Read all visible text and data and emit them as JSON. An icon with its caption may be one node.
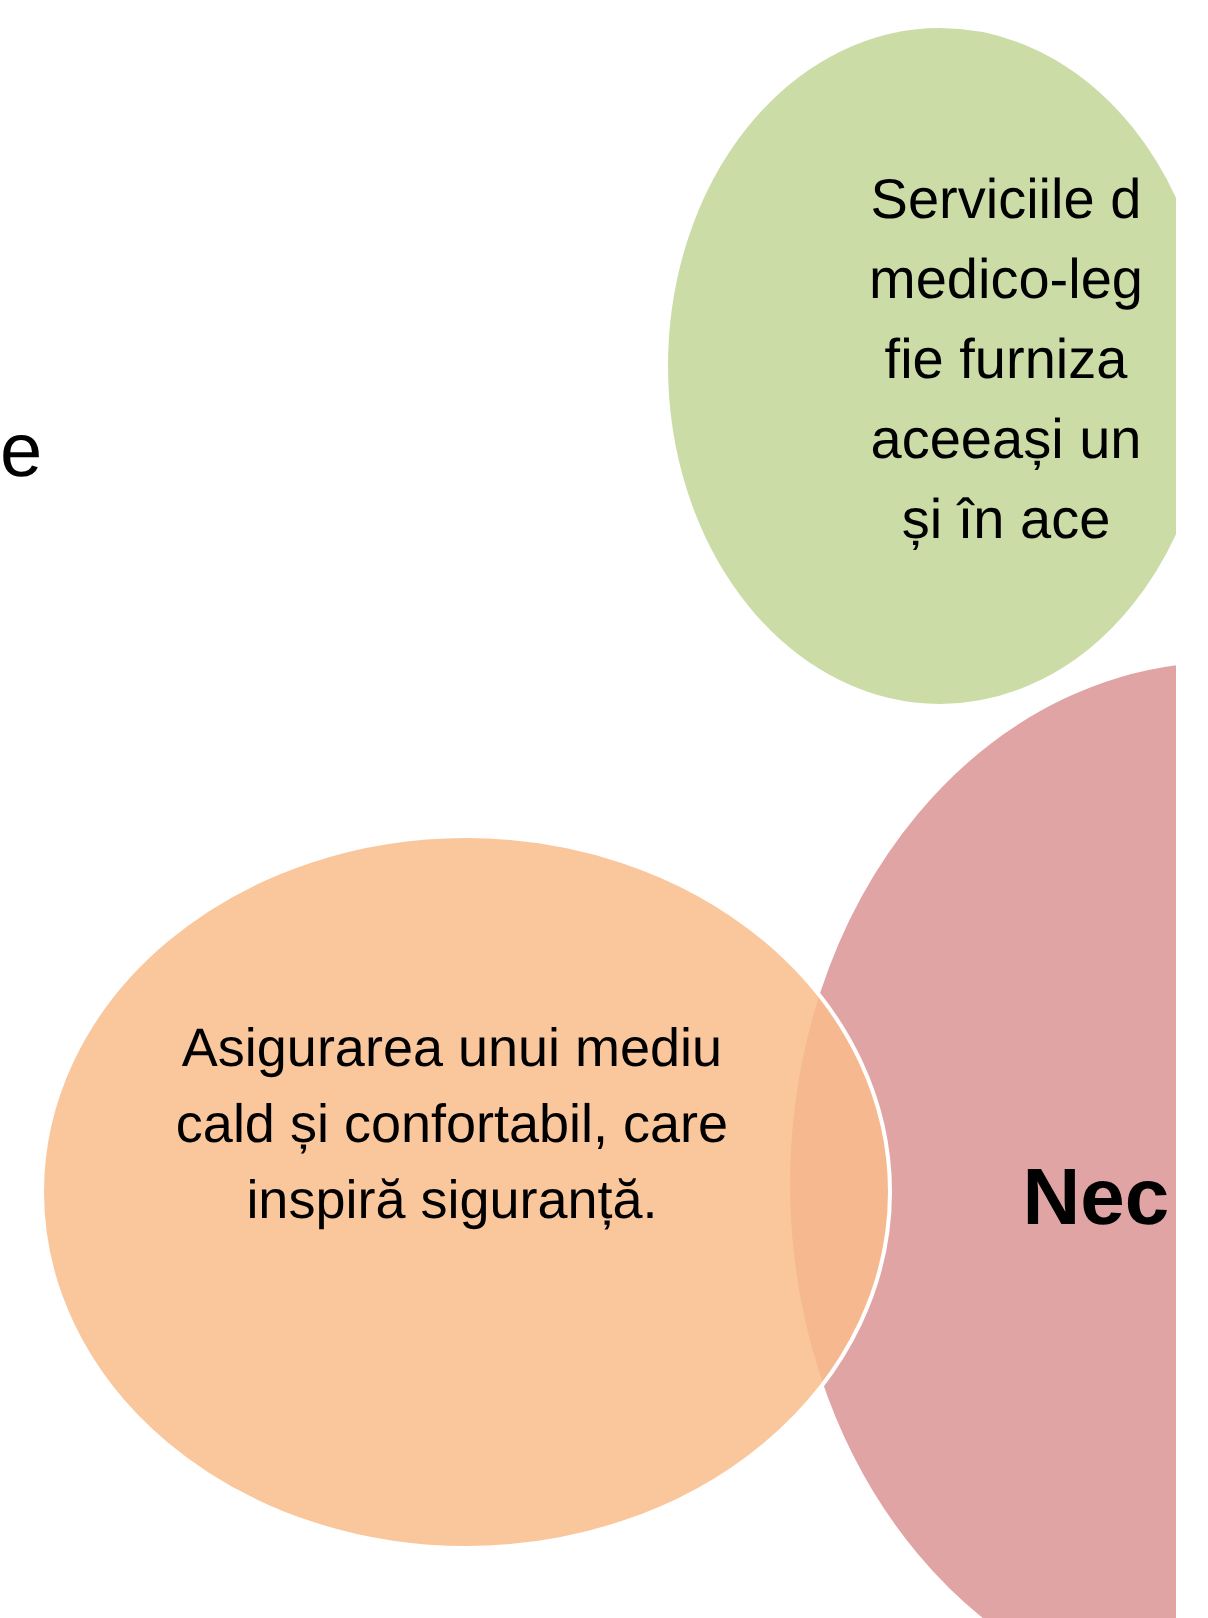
{
  "diagram": {
    "nodes": [
      {
        "text": [
          "Serviciile d medico-leg fie furniza aceeași un și în ace"
        ]
      },
      {
        "text": [
          "Asigurarea unui mediu cald și confortabil, care inspiră siguranță."
        ]
      },
      {
        "text": [
          "Nec"
        ]
      }
    ],
    "labels": [
      "e"
    ]
  }
}
